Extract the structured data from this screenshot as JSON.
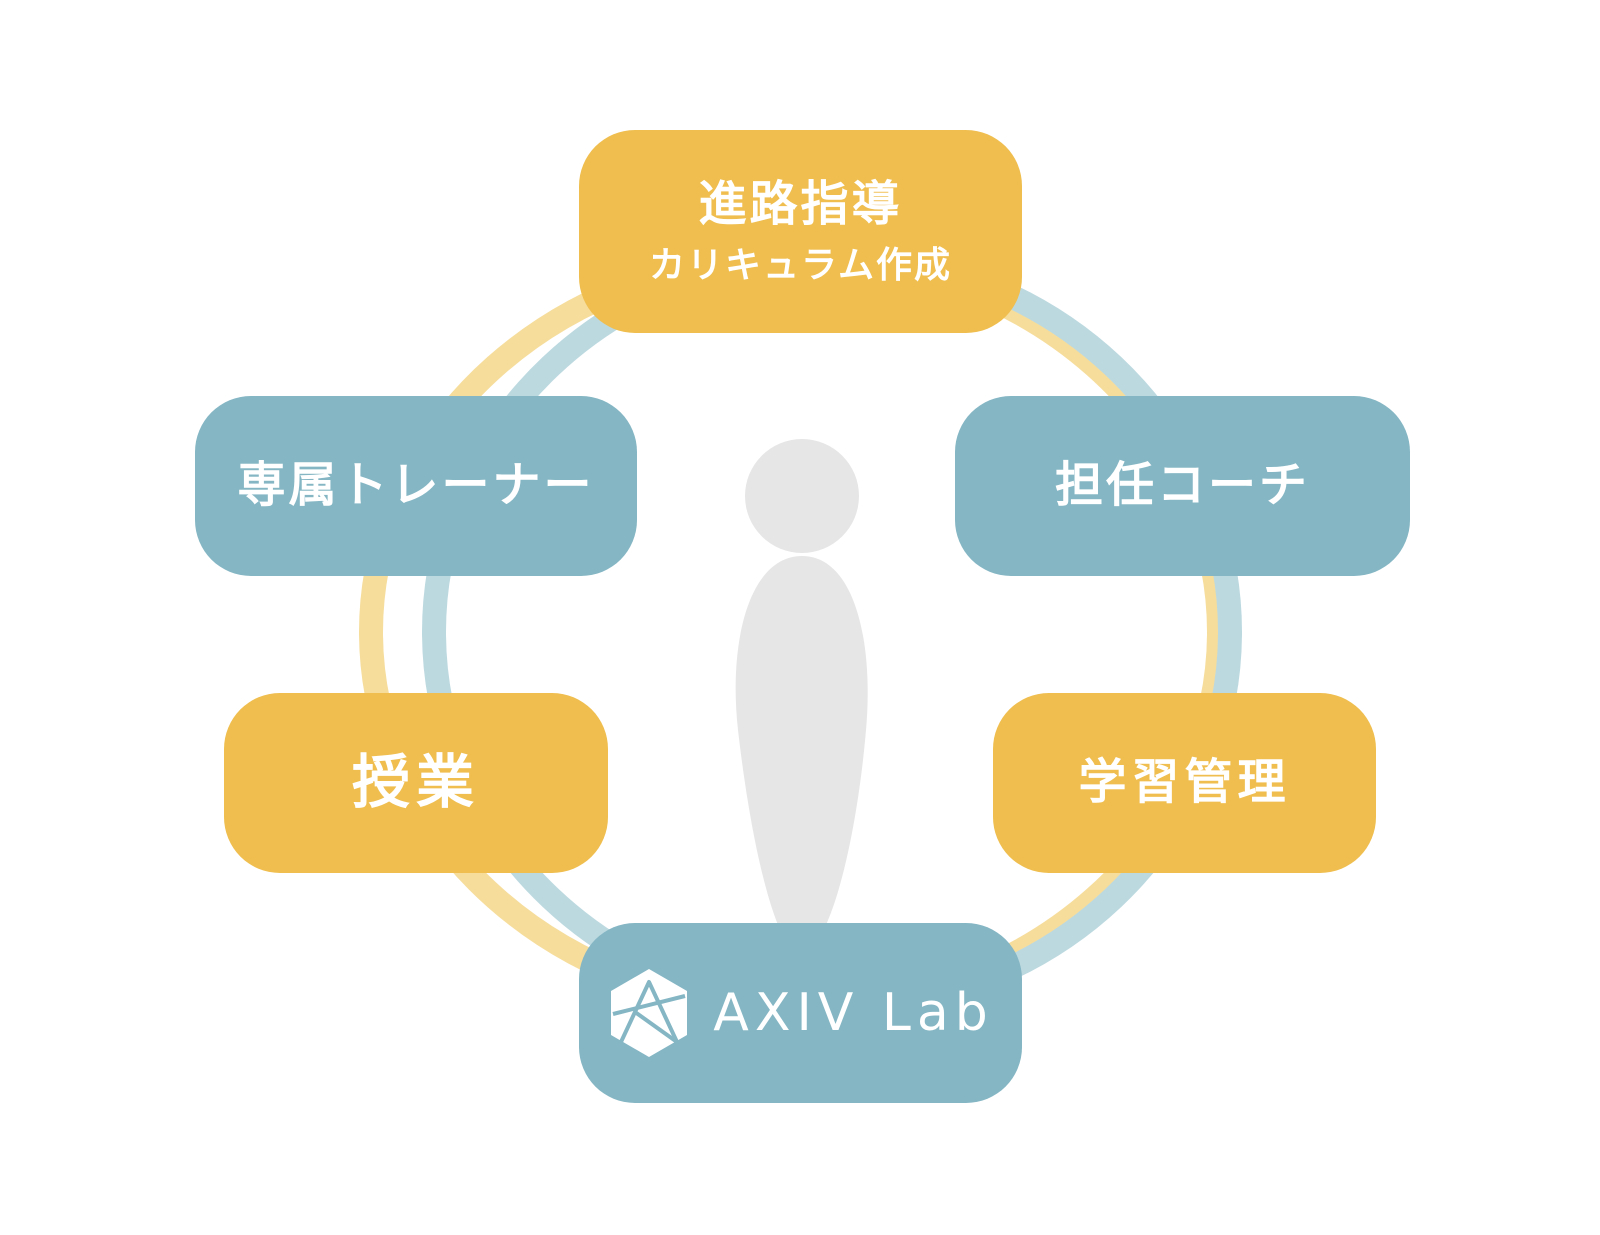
{
  "colors": {
    "yellow": "#efbe4e",
    "yellow_ring": "#f6dd9c",
    "blue": "#84b6c4",
    "blue_ring": "#bcd9e0",
    "person": "#e6e6e6",
    "text": "#ffffff"
  },
  "center": {
    "icon": "person-icon"
  },
  "nodes": {
    "top": {
      "title": "進路指導",
      "subtitle": "カリキュラム作成"
    },
    "left_upper": {
      "title": "専属トレーナー"
    },
    "right_upper": {
      "title": "担任コーチ"
    },
    "left_lower": {
      "title": "授業"
    },
    "right_lower": {
      "title": "学習管理"
    },
    "bottom": {
      "logo_icon": "hexagon-logo-icon",
      "logo_text": "AXIV Lab"
    }
  }
}
